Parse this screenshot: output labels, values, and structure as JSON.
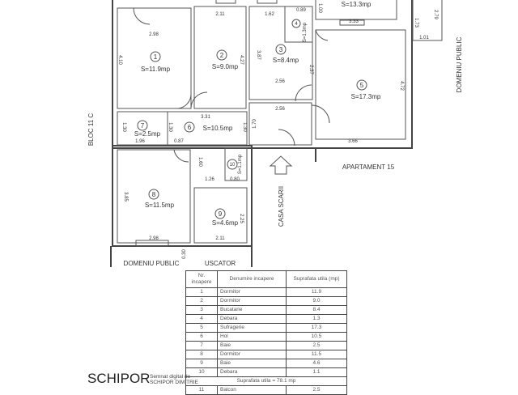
{
  "plan": {
    "rooms": [
      {
        "nr": "1",
        "area": "S=11.9mp"
      },
      {
        "nr": "2",
        "area": "S=9.0mp"
      },
      {
        "nr": "3",
        "area": "S=8.4mp"
      },
      {
        "nr": "4",
        "area": "S=1.3mp"
      },
      {
        "nr": "5",
        "area": "S=17.3mp"
      },
      {
        "nr": "6",
        "area": "S=10.5mp"
      },
      {
        "nr": "7",
        "area": "S=2.5mp"
      },
      {
        "nr": "8",
        "area": "S=11.5mp"
      },
      {
        "nr": "9",
        "area": "S=4.6mp"
      },
      {
        "nr": "10",
        "area": "S=1.1mp"
      }
    ],
    "top_room_area": "S=13.3mp",
    "dims": {
      "d298a": "2.98",
      "d410": "4.10",
      "d211a": "2.11",
      "d427": "4.27",
      "d162": "1.62",
      "d089": "0.89",
      "d387": "3.87",
      "d256a": "2.56",
      "d237": "2.37",
      "d256b": "2.56",
      "d333": "3.33",
      "d472": "4.72",
      "d366": "3.66",
      "d331": "3.31",
      "d170": "1.70",
      "d130a": "1.30",
      "d130b": "1.30",
      "d130c": "1.30",
      "d196": "1.96",
      "d087": "0.87",
      "d160": "1.60",
      "d126": "1.26",
      "d080": "0.80",
      "d385": "3.85",
      "d298b": "2.98",
      "d225": "2.25",
      "d211b": "2.11",
      "d030": "0.30",
      "d100": "1.00",
      "d173": "1.73",
      "d279": "2.79",
      "d101": "1.01"
    },
    "labels": {
      "bloc": "BLOC 11 C",
      "domeniu_public_right": "DOMENIU PUBLIC",
      "apartament": "APARTAMENT 15",
      "casa_scarii": "CASA SCARII",
      "domeniu_public_bottom": "DOMENIU PUBLIC",
      "uscator": "USCATOR"
    }
  },
  "table": {
    "headers": [
      "Nr. incapere",
      "Denumire incapere",
      "Suprafata utila (mp)"
    ],
    "rows": [
      [
        "1",
        "Dormitor",
        "11.9"
      ],
      [
        "2",
        "Dormitor",
        "9.0"
      ],
      [
        "3",
        "Bucatarie",
        "8.4"
      ],
      [
        "4",
        "Debara",
        "1.3"
      ],
      [
        "5",
        "Sufragerie",
        "17.3"
      ],
      [
        "6",
        "Hol",
        "10.5"
      ],
      [
        "7",
        "Baie",
        "2.5"
      ],
      [
        "8",
        "Dormitor",
        "11.5"
      ],
      [
        "9",
        "Baie",
        "4.6"
      ],
      [
        "10",
        "Debara",
        "1.1"
      ]
    ],
    "total": "Suprafata utila = 78.1 mp",
    "partial_row": [
      "11",
      "Balcon",
      "2.5"
    ]
  },
  "signature": {
    "name": "SCHIPOR",
    "line1": "Semnat digital de",
    "line2": "SCHIPOR DIMITRIE"
  }
}
